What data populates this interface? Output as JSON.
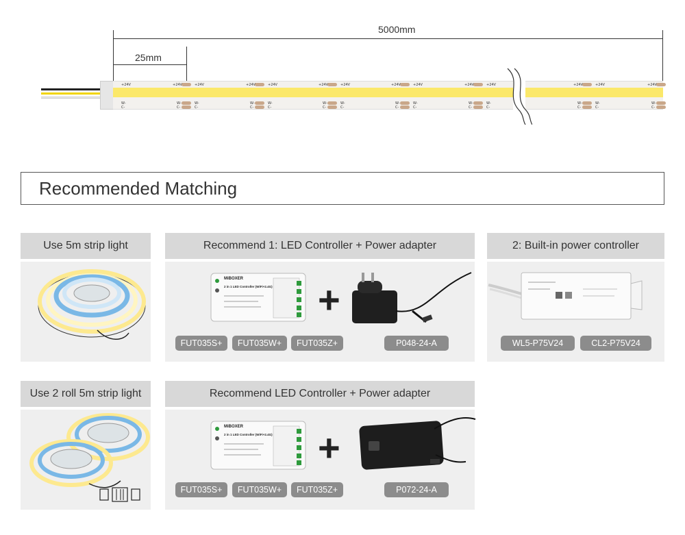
{
  "dimension": {
    "total": "5000mm",
    "segment": "25mm"
  },
  "strip_labels": {
    "v24": "+24V",
    "w": "W-",
    "c": "C-"
  },
  "header": {
    "title": "Recommended Matching"
  },
  "row1": {
    "left_title": "Use 5m strip light",
    "mid_title": "Recommend 1: LED Controller + Power adapter",
    "right_title": "2: Built-in power controller",
    "controller_tags": [
      "FUT035S+",
      "FUT035W+",
      "FUT035Z+"
    ],
    "adapter_tag": "P048-24-A",
    "builtin_tags": [
      "WL5-P75V24",
      "CL2-P75V24"
    ]
  },
  "row2": {
    "left_title": "Use 2 roll 5m strip light",
    "mid_title": "Recommend LED Controller + Power adapter",
    "controller_tags": [
      "FUT035S+",
      "FUT035W+",
      "FUT035Z+"
    ],
    "adapter_tag": "P072-24-A"
  },
  "device_text": {
    "brand": "MiBOXER",
    "controller_name": "2 in 1 LED Controller (WiFi+2.4G)"
  },
  "colors": {
    "strip_yellow": "#fbe86a",
    "tag_bg": "#8c8c8c",
    "panel_head": "#d8d8d8",
    "panel_body": "#efefef"
  }
}
